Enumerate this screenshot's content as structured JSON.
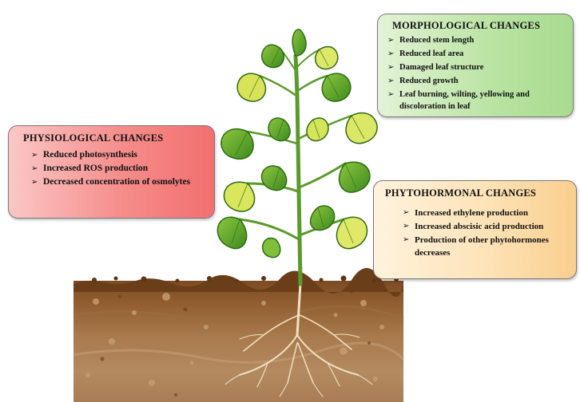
{
  "physiological": {
    "title": "PHYSIOLOGICAL CHANGES",
    "items": [
      "Reduced photosynthesis",
      "Increased ROS production",
      "Decreased concentration of osmolytes"
    ]
  },
  "morphological": {
    "title": "MORPHOLOGICAL CHANGES",
    "items": [
      "Reduced stem length",
      "Reduced leaf area",
      "Damaged leaf structure",
      "Reduced growth",
      "Leaf burning, wilting, yellowing and discoloration in leaf"
    ]
  },
  "phytohormonal": {
    "title": "PHYTOHORMONAL CHANGES",
    "items": [
      "Increased ethylene production",
      "Increased abscisic acid production",
      "Production of other phytohormones decreases"
    ]
  },
  "colors": {
    "physiological_box": "#f58d8b",
    "morphological_box": "#b9e3a2",
    "phytohormonal_box": "#fde3b8",
    "leaf_green": "#5aa02c",
    "leaf_yellow": "#e2e86a",
    "soil_top": "#8c5a2b",
    "soil_deep": "#b88a5f",
    "root": "#e8d8b8"
  }
}
